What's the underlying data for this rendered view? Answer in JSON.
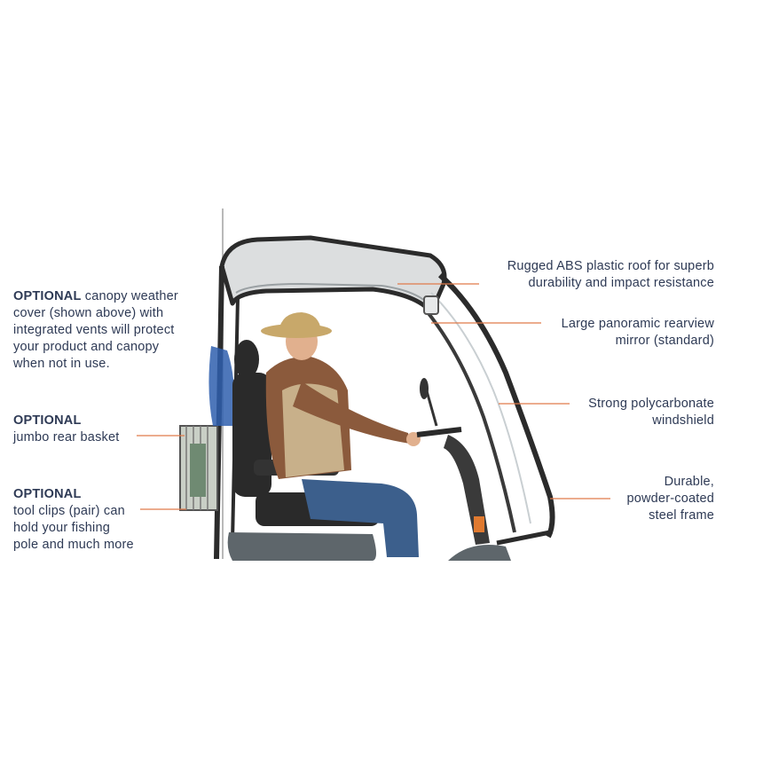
{
  "colors": {
    "text": "#2e3a55",
    "leader": "#e07a4a",
    "frame": "#2b2b2b",
    "roof": "#d9dbdc"
  },
  "left_callouts": {
    "canopy_cover": {
      "optional": "OPTIONAL",
      "line1_rest": " canopy weather",
      "line2": "cover (shown above) with",
      "line3": "integrated vents will protect",
      "line4": "your product and canopy",
      "line5": "when not in use."
    },
    "rear_basket": {
      "optional": "OPTIONAL",
      "line2": "jumbo rear basket"
    },
    "tool_clips": {
      "optional": "OPTIONAL",
      "line2": "tool clips (pair) can",
      "line3": "hold your fishing",
      "line4": "pole and much more"
    }
  },
  "right_callouts": {
    "roof": {
      "line1": "Rugged ABS plastic roof for superb",
      "line2": "durability and impact resistance"
    },
    "mirror": {
      "line1": "Large panoramic rearview",
      "line2": "mirror (standard)"
    },
    "windshield": {
      "line1": "Strong polycarbonate",
      "line2": "windshield"
    },
    "frame": {
      "line1": "Durable,",
      "line2": "powder-coated",
      "line3": "steel frame"
    }
  }
}
